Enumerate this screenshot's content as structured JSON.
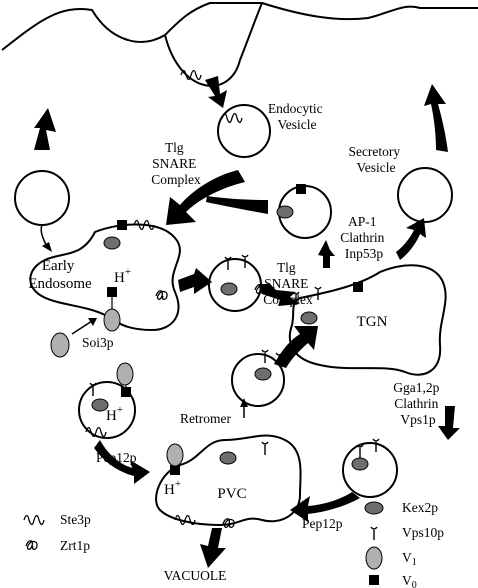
{
  "labels": {
    "endocytic_vesicle": [
      "Endocytic",
      "Vesicle"
    ],
    "secretory_vesicle": [
      "Secretory",
      "Vesicle"
    ],
    "tlg_snare_top": [
      "Tlg",
      "SNARE",
      "Complex"
    ],
    "tlg_snare_mid": [
      "Tlg",
      "SNARE",
      "Complex"
    ],
    "early_endosome": [
      "Early",
      "Endosome"
    ],
    "tgn": "TGN",
    "pvc": "PVC",
    "vacuole": "VACUOLE",
    "ap1_group": [
      "AP-1",
      "Clathrin",
      "Inp53p"
    ],
    "gga_group": [
      "Gga1,2p",
      "Clathrin",
      "Vps1p"
    ],
    "soi3p": "Soi3p",
    "retromer": "Retromer",
    "pep12p_left": "Pep12p",
    "pep12p_right": "Pep12p",
    "h_plus": "H",
    "plus": "+"
  },
  "legend": {
    "ste3p": "Ste3p",
    "zrt1p": "Zrt1p",
    "kex2p": "Kex2p",
    "vps10p": "Vps10p",
    "v1_base": "V",
    "v1_sub": "1",
    "v0_base": "V",
    "v0_sub": "0"
  },
  "colors": {
    "line": "#000000",
    "kex2p_fill": "#6e6e6e",
    "v1_fill": "#b0b0b0",
    "v0_fill": "#000000",
    "background": "#ffffff"
  }
}
